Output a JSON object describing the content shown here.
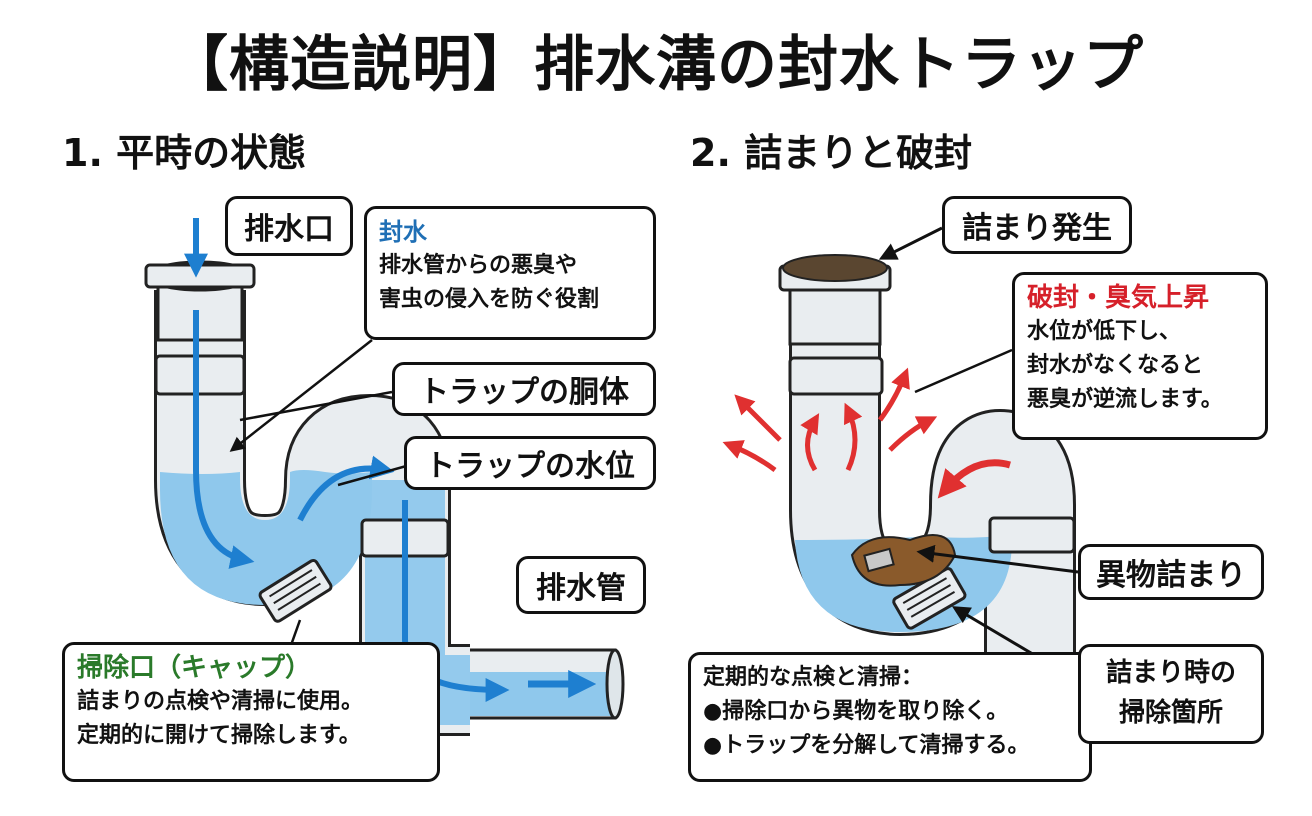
{
  "title": "【構造説明】排水溝の封水トラップ",
  "section1": {
    "title": "1. 平時の状態",
    "labels": {
      "drain_inlet": "排水口",
      "trap_body": "トラップの胴体",
      "trap_water_level": "トラップの水位",
      "drain_pipe": "排水管"
    },
    "seal_water": {
      "heading": "封水",
      "lines": [
        "排水管からの悪臭や",
        "害虫の侵入を防ぐ役割"
      ]
    },
    "cleanout": {
      "heading": "掃除口（キャップ）",
      "lines": [
        "詰まりの点検や清掃に使用。",
        "定期的に開けて掃除します。"
      ]
    }
  },
  "section2": {
    "title": "2. 詰まりと破封",
    "labels": {
      "clog_occurs": "詰まり発生",
      "foreign_clog": "異物詰まり",
      "clean_spot_lines": [
        "詰まり時の",
        "掃除箇所"
      ]
    },
    "seal_break": {
      "heading": "破封・臭気上昇",
      "lines": [
        "水位が低下し、",
        "封水がなくなると",
        "悪臭が逆流します。"
      ]
    },
    "maintenance": {
      "heading": "定期的な点検と清掃：",
      "lines": [
        "●掃除口から異物を取り除く。",
        "●トラップを分解して清掃する。"
      ]
    }
  },
  "colors": {
    "water": "#8fc8ec",
    "flow_arrow": "#1e7fd0",
    "odor_arrow": "#e03030",
    "pipe": "#e9edf0",
    "outline": "#222222"
  }
}
